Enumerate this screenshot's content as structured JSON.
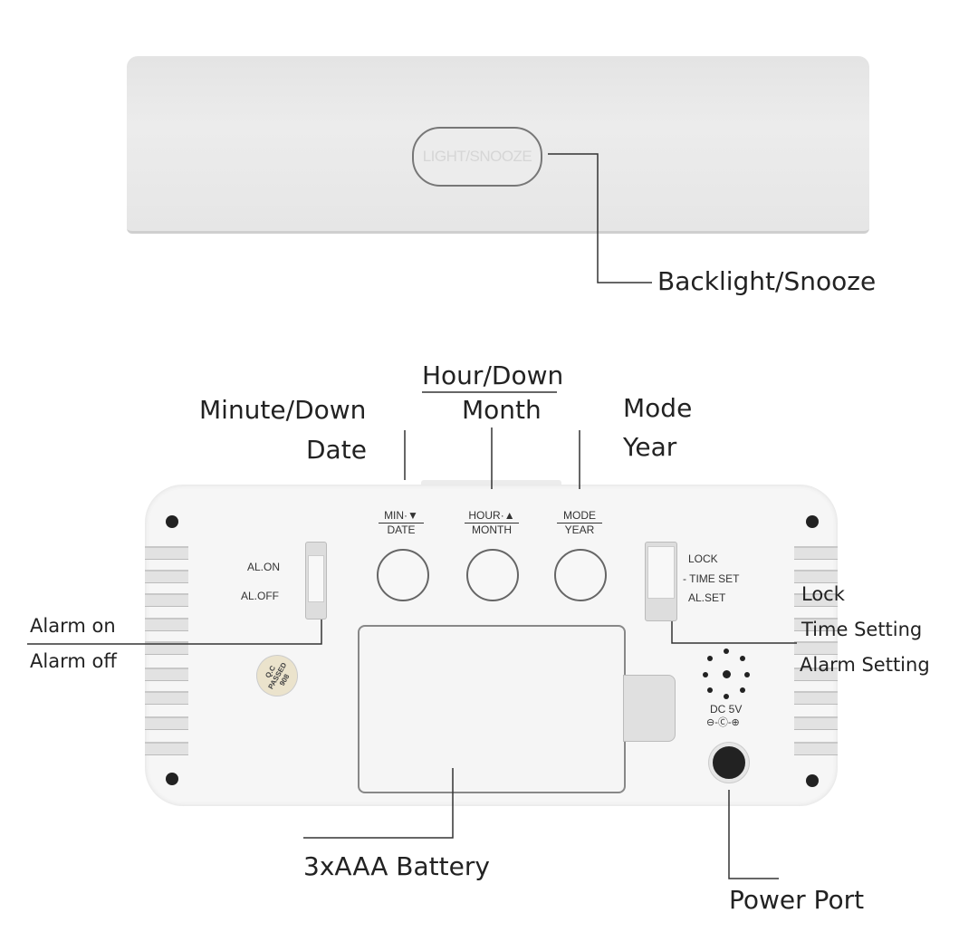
{
  "top_view": {
    "button_text": "LIGHT/SNOOZE",
    "callout": "Backlight/Snooze"
  },
  "back_view": {
    "buttons": [
      {
        "top": "MIN·▼",
        "bottom": "DATE"
      },
      {
        "top": "HOUR·▲",
        "bottom": "MONTH"
      },
      {
        "top": "MODE",
        "bottom": "YEAR"
      }
    ],
    "alarm_switch": {
      "on": "AL.ON",
      "off": "AL.OFF"
    },
    "function_switch": {
      "lock": "LOCK",
      "time_set": "- TIME SET",
      "al_set": "AL.SET"
    },
    "qc_sticker": [
      "Q.C",
      "PASSED",
      "908"
    ],
    "power_text": "DC 5V",
    "polarity_symbol": "⊖-Ⓒ-⊕"
  },
  "callouts": {
    "minute_line1": "Minute/Down",
    "minute_line2": "Date",
    "hour_line1": "Hour/Down",
    "hour_line2": "Month",
    "mode_line1": "Mode",
    "mode_line2": "Year",
    "alarm_on": "Alarm on",
    "alarm_off": "Alarm off",
    "lock": "Lock",
    "time_setting": "Time Setting",
    "alarm_setting": "Alarm Setting",
    "battery": "3xAAA Battery",
    "power_port": "Power Port"
  }
}
